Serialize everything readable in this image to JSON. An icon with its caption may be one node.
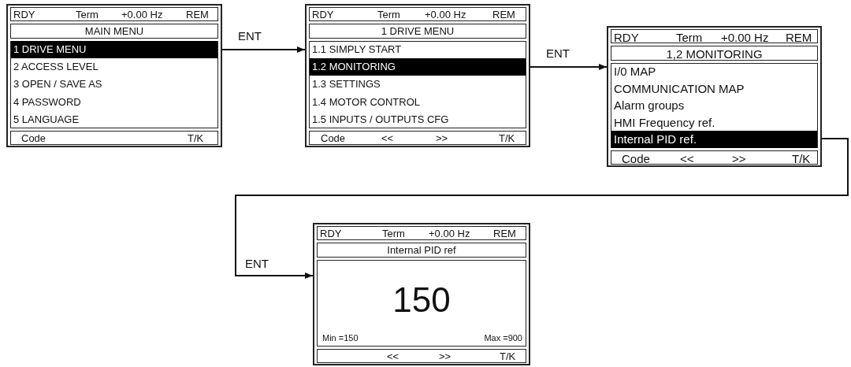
{
  "diagram": {
    "nodes": [
      {
        "text": [
          "RDY",
          "Term",
          "+0.00 Hz",
          "REM",
          "MAIN MENU",
          "1 DRIVE MENU",
          "2 ACCESS LEVEL",
          "3 OPEN / SAVE AS",
          "4 PASSWORD",
          "5 LANGUAGE",
          "Code",
          "T/K"
        ]
      },
      {
        "text": [
          "RDY",
          "Term",
          "+0.00 Hz",
          "REM",
          "1 DRIVE MENU",
          "1.1 SIMPLY START",
          "1.2 MONITORING",
          "1.3 SETTINGS",
          "1.4 MOTOR CONTROL",
          "1.5 INPUTS / OUTPUTS CFG",
          "Code",
          "<<",
          ">>",
          "T/K"
        ]
      },
      {
        "text": [
          "RDY",
          "Term",
          "+0.00 Hz",
          "REM",
          "1,2 MONITORING",
          "I/0 MAP",
          "COMMUNICATION MAP",
          "Alarm groups",
          "HMI Frequency ref.",
          "Internal PID ref.",
          "Code",
          "<<",
          ">>",
          "T/K"
        ]
      },
      {
        "text": [
          "RDY",
          "Term",
          "+0.00 Hz",
          "REM",
          "Internal PID ref",
          "150",
          "Min =150",
          "Max =900",
          "<<",
          ">>",
          "T/K"
        ]
      }
    ],
    "edges": [
      {
        "from": 0,
        "to": 1,
        "arrow": "to",
        "label": "ENT"
      },
      {
        "from": 1,
        "to": 2,
        "arrow": "to",
        "label": "ENT"
      },
      {
        "from": 2,
        "to": 3,
        "arrow": "to",
        "label": "ENT"
      }
    ]
  }
}
